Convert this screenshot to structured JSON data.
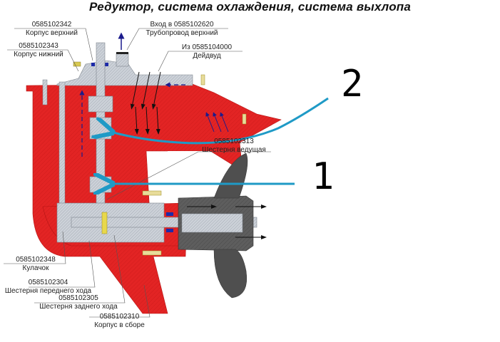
{
  "title": "Редуктор, система охлаждения, система выхлопа",
  "colors": {
    "housing": "#e32424",
    "metal": "#c9ced6",
    "propeller": "#5a5a5a",
    "water_arrows": "#1b1b8c",
    "annotation_line": "#1f9ac6"
  },
  "labels": {
    "upper_housing": {
      "code": "0585102342",
      "name": "Корпус верхний"
    },
    "lower_housing": {
      "code": "0585102343",
      "name": "Корпус нижний"
    },
    "inlet_pipe": {
      "code": "Вход в 0585102620",
      "name": "Трубопровод верхний"
    },
    "deadwood": {
      "code": "Из 0585104000",
      "name": "Дейдвуд"
    },
    "drive_gear": {
      "code": "0585102313",
      "name": "Шестерня ведущая"
    },
    "cam": {
      "code": "0585102348",
      "name": "Кулачок"
    },
    "forward_gear": {
      "code": "0585102304",
      "name": "Шестерня переднего хода"
    },
    "reverse_gear": {
      "code": "0585102305",
      "name": "Шестерня заднего хода"
    },
    "assembled_housing": {
      "code": "0585102310",
      "name": "Корпус в сборе"
    }
  },
  "markers": {
    "marker_1": "1",
    "marker_2": "2"
  }
}
